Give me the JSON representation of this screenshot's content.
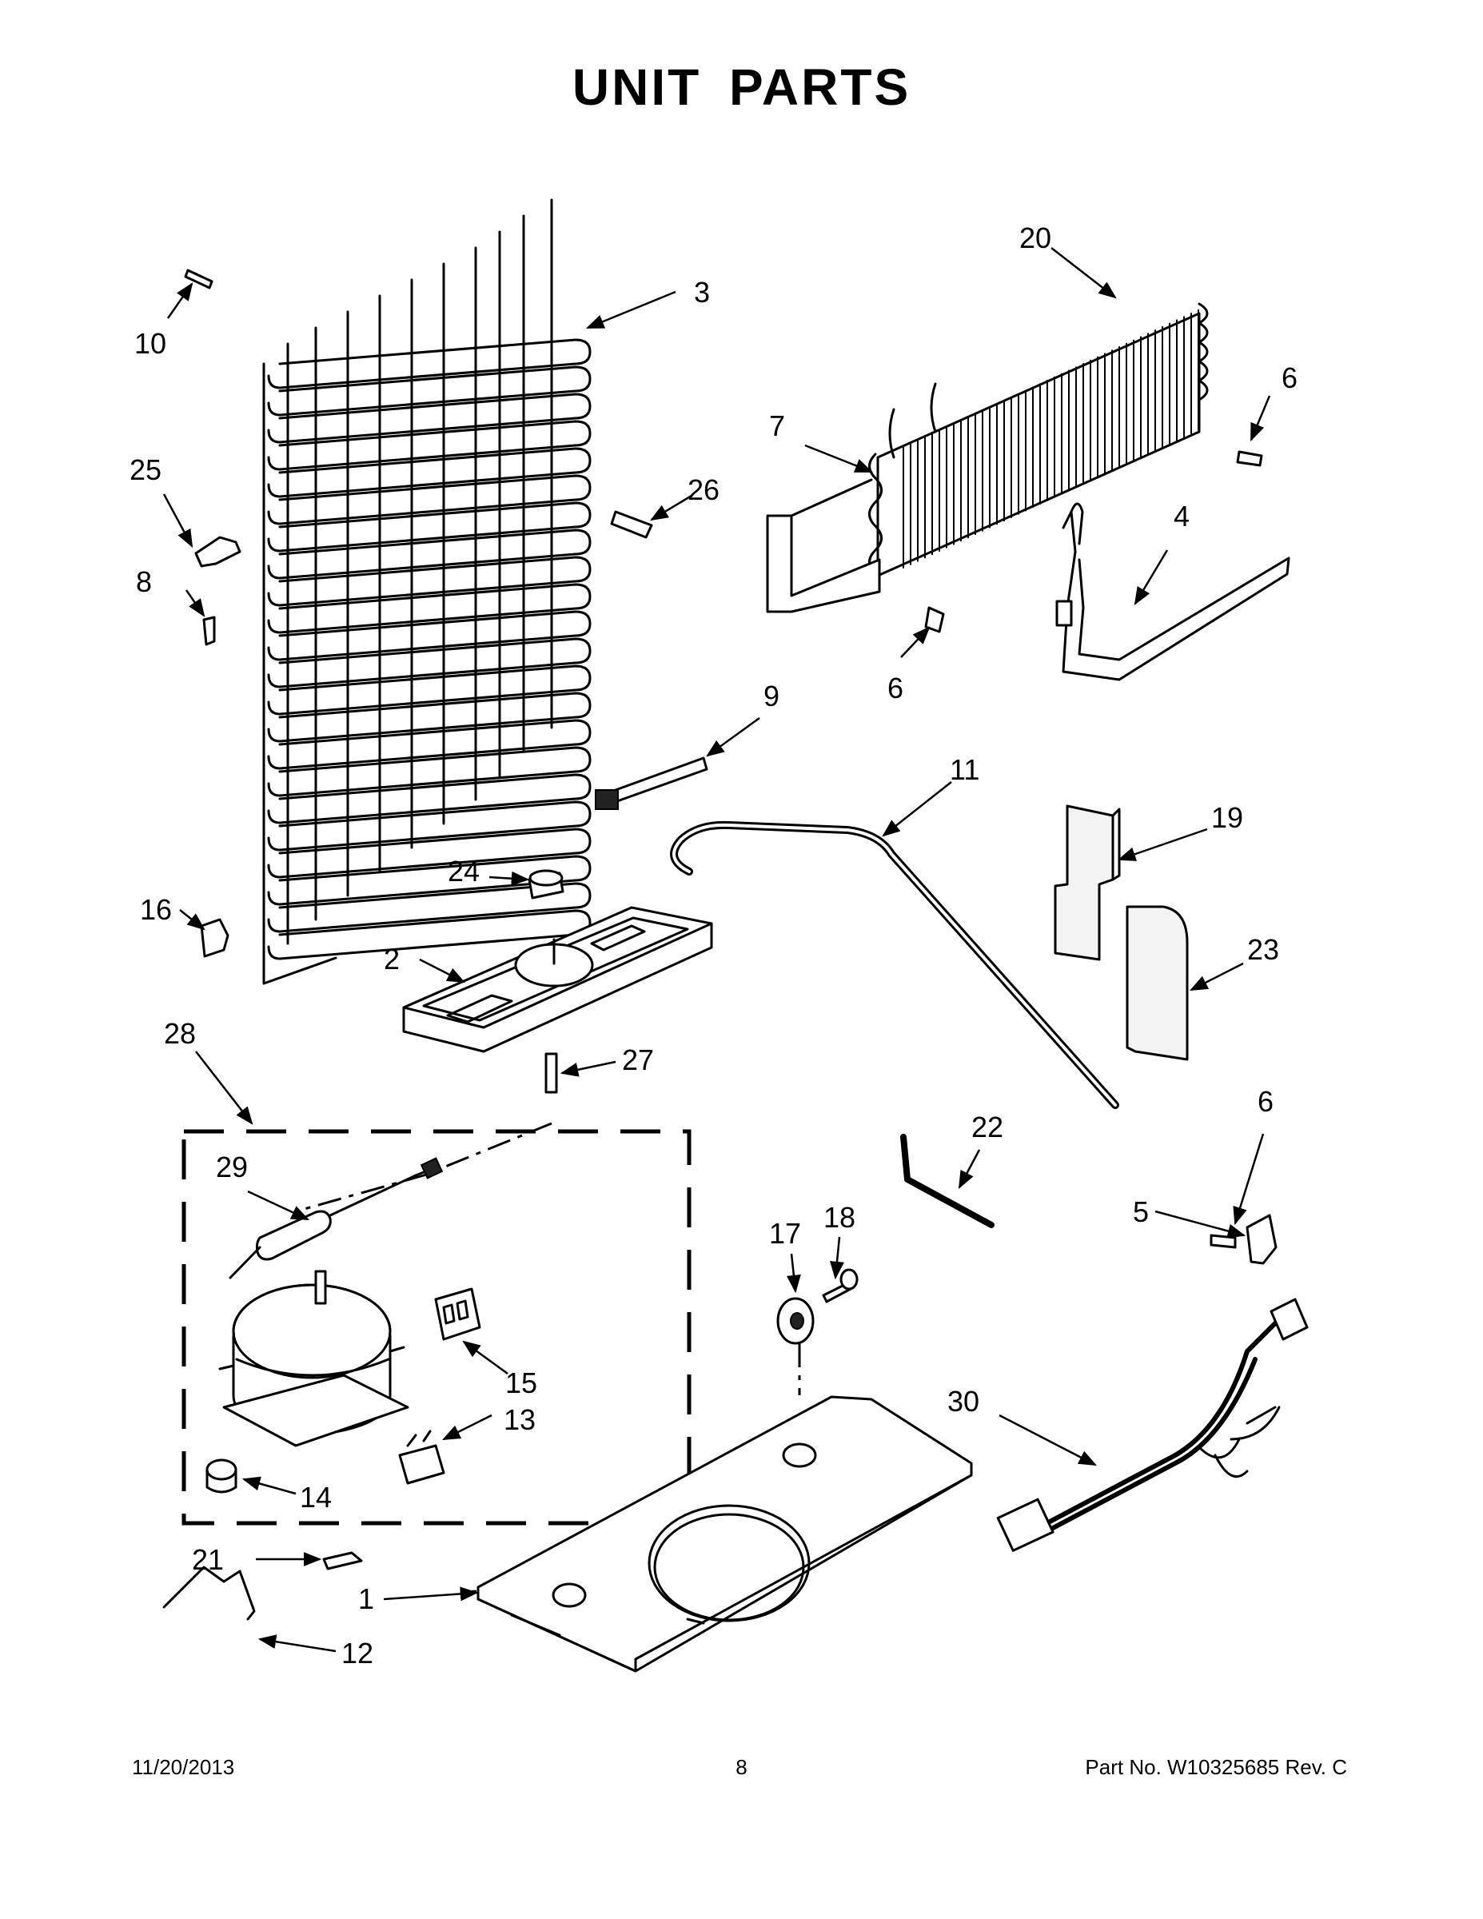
{
  "title": "UNIT PARTS",
  "footer": {
    "date": "11/20/2013",
    "page": "8",
    "part_number": "Part No.  W10325685  Rev.  C"
  },
  "callouts": {
    "c1": "1",
    "c2": "2",
    "c3": "3",
    "c4": "4",
    "c5": "5",
    "c6a": "6",
    "c6b": "6",
    "c6c": "6",
    "c7": "7",
    "c8": "8",
    "c9": "9",
    "c10": "10",
    "c11": "11",
    "c12": "12",
    "c13": "13",
    "c14": "14",
    "c15": "15",
    "c16": "16",
    "c17": "17",
    "c18": "18",
    "c19": "19",
    "c20": "20",
    "c21": "21",
    "c22": "22",
    "c23": "23",
    "c24": "24",
    "c25": "25",
    "c26": "26",
    "c27": "27",
    "c28": "28",
    "c29": "29",
    "c30": "30"
  }
}
